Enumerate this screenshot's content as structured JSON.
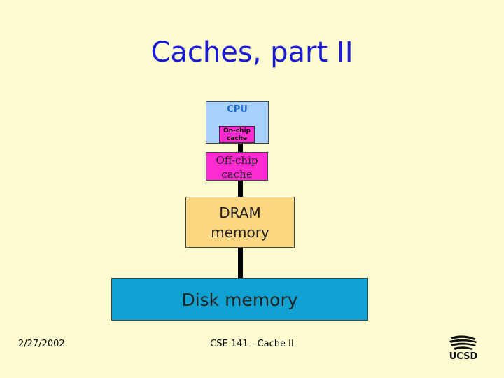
{
  "slide": {
    "title": "Caches, part II"
  },
  "diagram": {
    "cpu": {
      "label": "CPU"
    },
    "on_chip_cache": {
      "line1": "On-chip",
      "line2": "cache"
    },
    "off_chip_cache": {
      "line1": "Off-chip",
      "line2": "cache"
    },
    "dram": {
      "line1": "DRAM",
      "line2": "memory"
    },
    "disk": {
      "label": "Disk memory"
    }
  },
  "footer": {
    "date": "2/27/2002",
    "course": "CSE 141 - Cache II",
    "logo_text": "UCSD"
  },
  "colors": {
    "background": "#fdfbd0",
    "title": "#1b1bd6",
    "cpu": "#a7d1fc",
    "cache": "#ff2bd1",
    "dram": "#fdd682",
    "disk": "#10a2d3"
  }
}
